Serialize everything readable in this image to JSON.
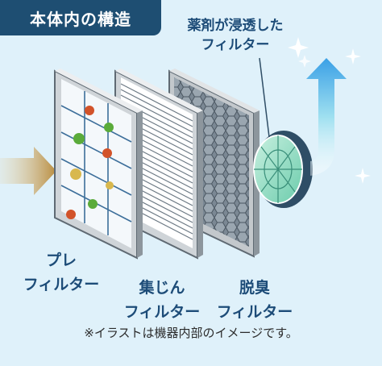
{
  "title": "本体内の構造",
  "medicated_filter_label": {
    "line1": "薬剤が浸透した",
    "line2": "フィルター"
  },
  "filters": [
    {
      "line1": "プレ",
      "line2": "フィルター"
    },
    {
      "line1": "集じん",
      "line2": "フィルター"
    },
    {
      "line1": "脱臭",
      "line2": "フィルター"
    }
  ],
  "note": "※イラストは機器内部のイメージです。",
  "colors": {
    "title_bg": "#1e4e72",
    "label_text": "#1d4c78",
    "background": "#dff1fa",
    "intake_arrow": "#c9a25a",
    "outflow_arrow": "#4aa6e8",
    "fan": "#7ed8b8",
    "particle_red": "#d2532a",
    "particle_green": "#5aab3a",
    "particle_yellow": "#d8b84e"
  },
  "icons": [
    "intake-arrow-icon",
    "outflow-arrow-icon",
    "sparkle-icon",
    "particle-icon"
  ]
}
